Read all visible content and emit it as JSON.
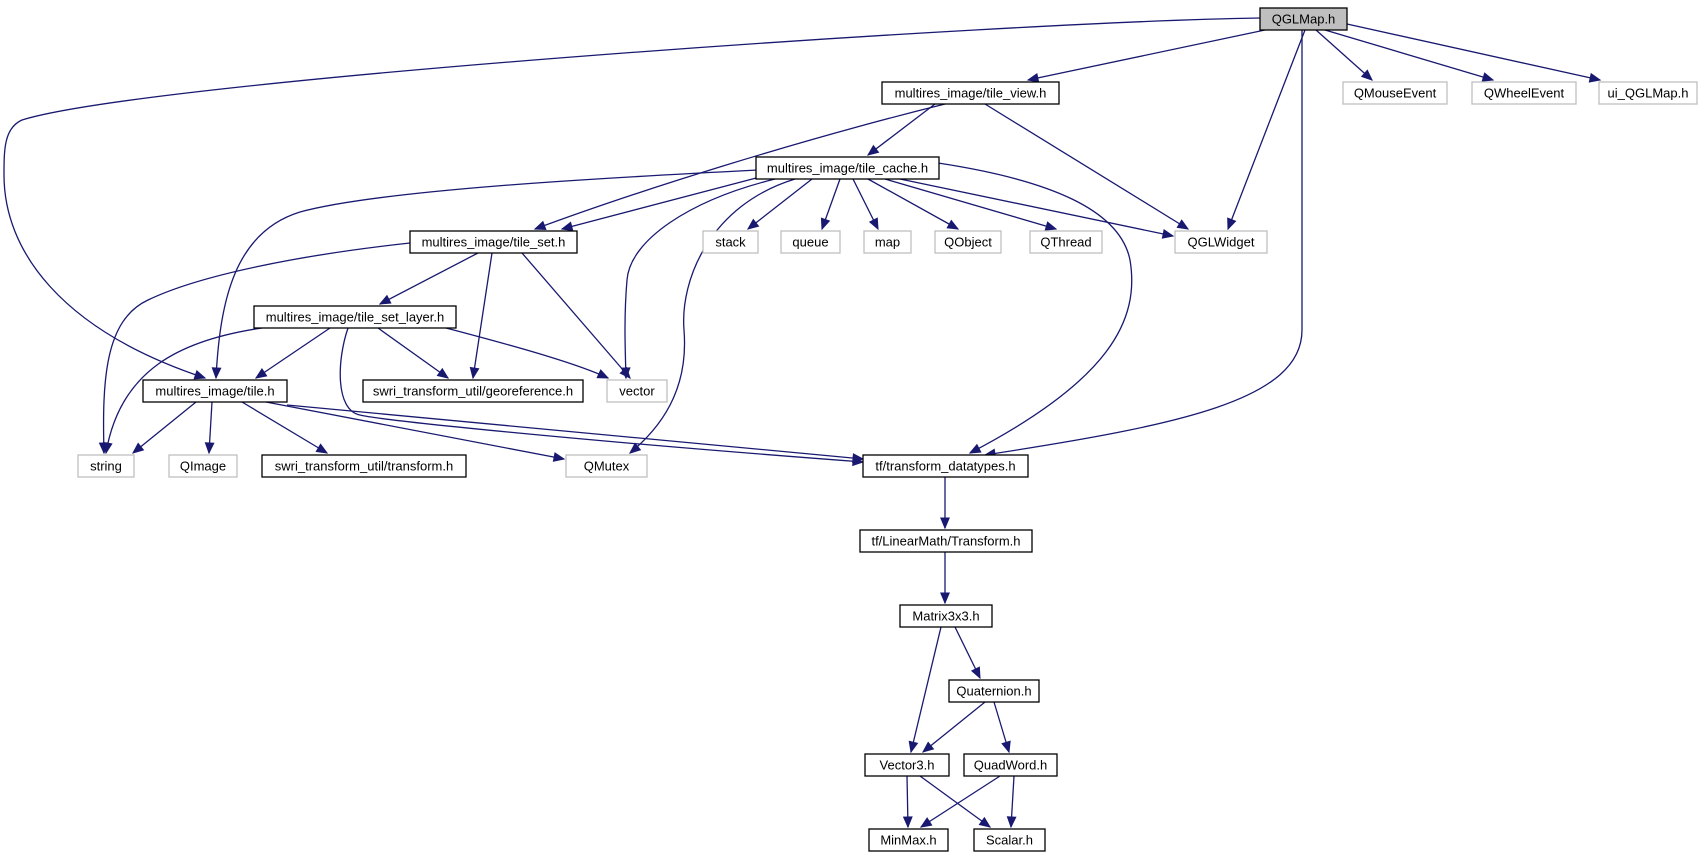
{
  "graph": {
    "root": "QGLMap.h",
    "nodes": [
      {
        "id": "qglmap",
        "label": "QGLMap.h",
        "kind": "root"
      },
      {
        "id": "tile_view",
        "label": "multires_image/tile_view.h",
        "kind": "documented"
      },
      {
        "id": "qmouseevent",
        "label": "QMouseEvent",
        "kind": "external"
      },
      {
        "id": "qwheelevent",
        "label": "QWheelEvent",
        "kind": "external"
      },
      {
        "id": "ui_qglmap",
        "label": "ui_QGLMap.h",
        "kind": "external"
      },
      {
        "id": "tile_cache",
        "label": "multires_image/tile_cache.h",
        "kind": "documented"
      },
      {
        "id": "tile_set",
        "label": "multires_image/tile_set.h",
        "kind": "documented"
      },
      {
        "id": "stack",
        "label": "stack",
        "kind": "external"
      },
      {
        "id": "queue",
        "label": "queue",
        "kind": "external"
      },
      {
        "id": "map",
        "label": "map",
        "kind": "external"
      },
      {
        "id": "qobject",
        "label": "QObject",
        "kind": "external"
      },
      {
        "id": "qthread",
        "label": "QThread",
        "kind": "external"
      },
      {
        "id": "qglwidget",
        "label": "QGLWidget",
        "kind": "external"
      },
      {
        "id": "tile_set_layer",
        "label": "multires_image/tile_set_layer.h",
        "kind": "documented"
      },
      {
        "id": "tile",
        "label": "multires_image/tile.h",
        "kind": "documented"
      },
      {
        "id": "georeference",
        "label": "swri_transform_util/georeference.h",
        "kind": "documented"
      },
      {
        "id": "vector",
        "label": "vector",
        "kind": "external"
      },
      {
        "id": "string",
        "label": "string",
        "kind": "external"
      },
      {
        "id": "qimage",
        "label": "QImage",
        "kind": "external"
      },
      {
        "id": "transform_util",
        "label": "swri_transform_util/transform.h",
        "kind": "documented"
      },
      {
        "id": "qmutex",
        "label": "QMutex",
        "kind": "external"
      },
      {
        "id": "transform_datatypes",
        "label": "tf/transform_datatypes.h",
        "kind": "documented"
      },
      {
        "id": "lm_transform",
        "label": "tf/LinearMath/Transform.h",
        "kind": "documented"
      },
      {
        "id": "matrix3x3",
        "label": "Matrix3x3.h",
        "kind": "documented"
      },
      {
        "id": "quaternion",
        "label": "Quaternion.h",
        "kind": "documented"
      },
      {
        "id": "vector3",
        "label": "Vector3.h",
        "kind": "documented"
      },
      {
        "id": "quadword",
        "label": "QuadWord.h",
        "kind": "documented"
      },
      {
        "id": "minmax",
        "label": "MinMax.h",
        "kind": "documented"
      },
      {
        "id": "scalar",
        "label": "Scalar.h",
        "kind": "documented"
      }
    ],
    "edges": [
      {
        "from": "qglmap",
        "to": "tile"
      },
      {
        "from": "qglmap",
        "to": "tile_view"
      },
      {
        "from": "qglmap",
        "to": "qglwidget"
      },
      {
        "from": "qglmap",
        "to": "transform_datatypes"
      },
      {
        "from": "qglmap",
        "to": "qmouseevent"
      },
      {
        "from": "qglmap",
        "to": "qwheelevent"
      },
      {
        "from": "qglmap",
        "to": "ui_qglmap"
      },
      {
        "from": "tile_view",
        "to": "tile_set"
      },
      {
        "from": "tile_view",
        "to": "tile_cache"
      },
      {
        "from": "tile_view",
        "to": "qglwidget"
      },
      {
        "from": "tile_cache",
        "to": "tile"
      },
      {
        "from": "tile_cache",
        "to": "tile_set"
      },
      {
        "from": "tile_cache",
        "to": "vector"
      },
      {
        "from": "tile_cache",
        "to": "qmutex"
      },
      {
        "from": "tile_cache",
        "to": "stack"
      },
      {
        "from": "tile_cache",
        "to": "queue"
      },
      {
        "from": "tile_cache",
        "to": "map"
      },
      {
        "from": "tile_cache",
        "to": "qobject"
      },
      {
        "from": "tile_cache",
        "to": "qthread"
      },
      {
        "from": "tile_cache",
        "to": "qglwidget"
      },
      {
        "from": "tile_cache",
        "to": "transform_datatypes"
      },
      {
        "from": "tile_set",
        "to": "string"
      },
      {
        "from": "tile_set",
        "to": "tile_set_layer"
      },
      {
        "from": "tile_set",
        "to": "georeference"
      },
      {
        "from": "tile_set",
        "to": "vector"
      },
      {
        "from": "tile_set_layer",
        "to": "string"
      },
      {
        "from": "tile_set_layer",
        "to": "tile"
      },
      {
        "from": "tile_set_layer",
        "to": "georeference"
      },
      {
        "from": "tile_set_layer",
        "to": "vector"
      },
      {
        "from": "tile_set_layer",
        "to": "transform_datatypes"
      },
      {
        "from": "tile",
        "to": "string"
      },
      {
        "from": "tile",
        "to": "qimage"
      },
      {
        "from": "tile",
        "to": "transform_util"
      },
      {
        "from": "tile",
        "to": "qmutex"
      },
      {
        "from": "tile",
        "to": "transform_datatypes"
      },
      {
        "from": "transform_datatypes",
        "to": "lm_transform"
      },
      {
        "from": "lm_transform",
        "to": "matrix3x3"
      },
      {
        "from": "matrix3x3",
        "to": "vector3"
      },
      {
        "from": "matrix3x3",
        "to": "quaternion"
      },
      {
        "from": "quaternion",
        "to": "vector3"
      },
      {
        "from": "quaternion",
        "to": "quadword"
      },
      {
        "from": "vector3",
        "to": "minmax"
      },
      {
        "from": "vector3",
        "to": "scalar"
      },
      {
        "from": "quadword",
        "to": "minmax"
      },
      {
        "from": "quadword",
        "to": "scalar"
      }
    ]
  },
  "colors": {
    "edge": "#191970",
    "root_fill": "#bfbfbf",
    "documented_border": "#000000",
    "external_border": "#bfbfbf"
  }
}
